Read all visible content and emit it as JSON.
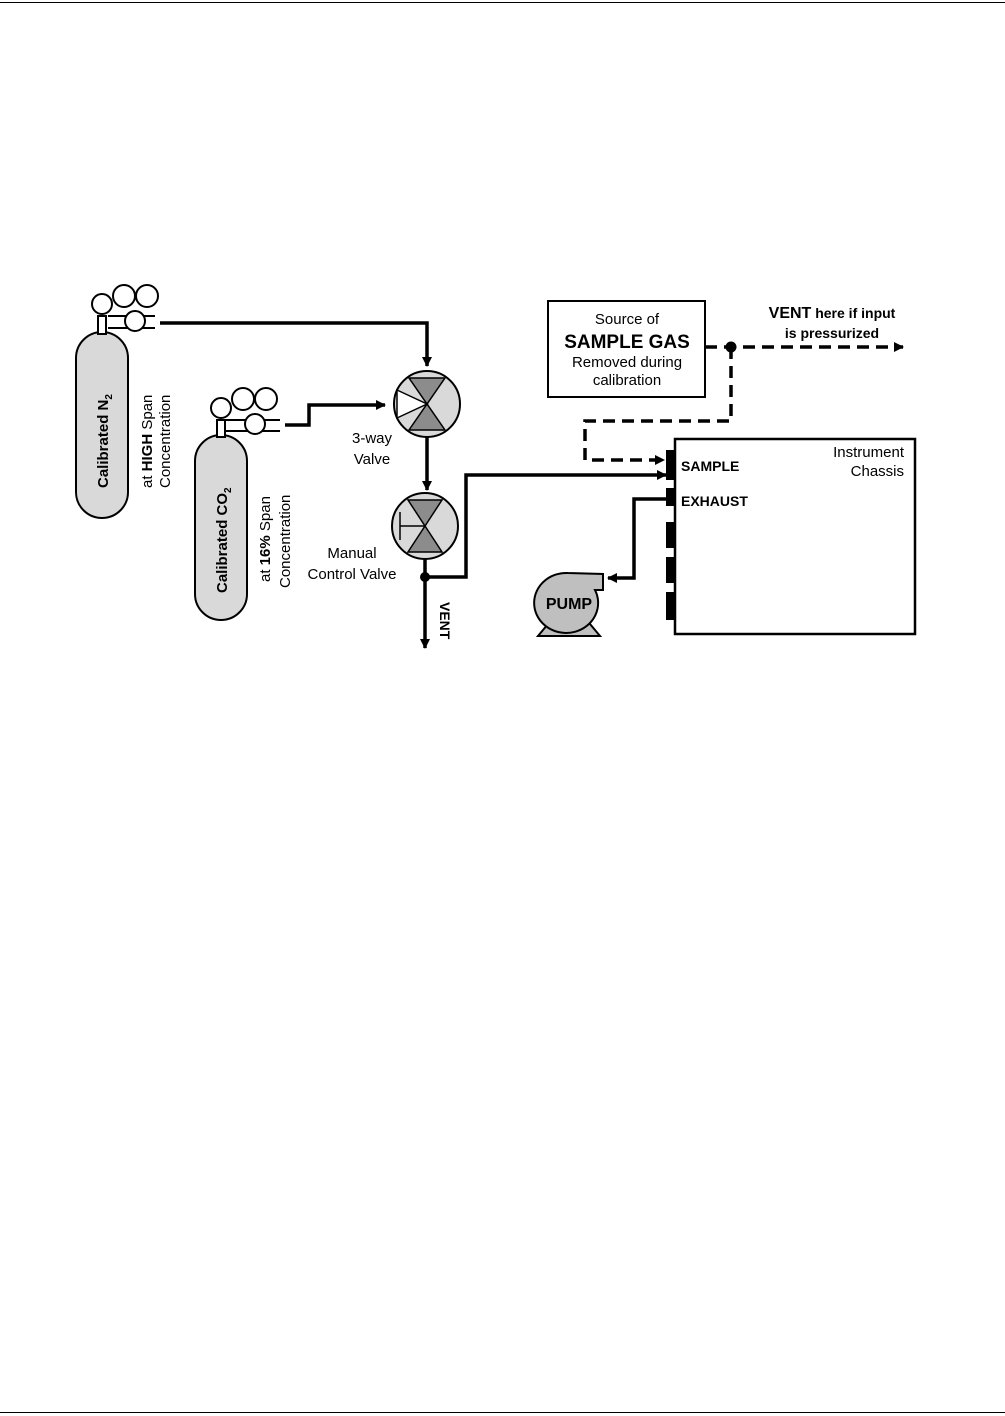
{
  "cylinders": {
    "n2": {
      "name": "Calibrated N",
      "subscript": "2",
      "line1_prefix": "at ",
      "line1_bold": "HIGH",
      "line1_suffix": " Span",
      "line2": "Concentration"
    },
    "co2": {
      "name": "Calibrated CO",
      "subscript": "2",
      "line1_prefix": "at ",
      "line1_bold": "16%",
      "line1_suffix": " Span",
      "line2": "Concentration"
    }
  },
  "valves": {
    "three_way": {
      "line1": "3-way",
      "line2": "Valve"
    },
    "manual": {
      "line1": "Manual",
      "line2": "Control Valve"
    }
  },
  "vent_label": "VENT",
  "source_box": {
    "line1": "Source of",
    "line2": "SAMPLE GAS",
    "line3": "Removed during",
    "line4": "calibration"
  },
  "vent_note": {
    "bold_word": "VENT",
    "rest": " here if input",
    "line2": "is pressurized"
  },
  "instrument": {
    "title_line1": "Instrument",
    "title_line2": "Chassis",
    "sample_port": "SAMPLE",
    "exhaust_port": "EXHAUST"
  },
  "pump_label": "PUMP",
  "colors": {
    "cylinder_fill": "#d9d9d9",
    "valve_fill": "#d9d9d9",
    "valve_triangle": "#8c8c8c",
    "pump_fill": "#bfbfbf"
  }
}
